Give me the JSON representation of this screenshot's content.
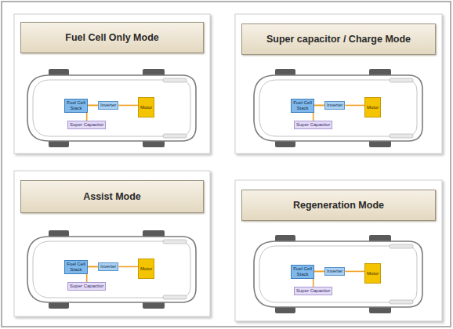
{
  "diagram": {
    "nodes": [
      {
        "text": [
          "Fuel Cell Only Mode"
        ]
      },
      {
        "text": [
          "Fuel Cell Stack"
        ],
        "in": 0
      },
      {
        "text": [
          "Inverter"
        ],
        "in": 0
      },
      {
        "text": [
          "Motor"
        ],
        "in": 0
      },
      {
        "text": [
          "Super Capacitor"
        ],
        "in": 0
      },
      {
        "text": [
          "Super capacitor / Charge Mode"
        ]
      },
      {
        "text": [
          "Fuel Cell Stack"
        ],
        "in": 5
      },
      {
        "text": [
          "Inverter"
        ],
        "in": 5
      },
      {
        "text": [
          "Motor"
        ],
        "in": 5
      },
      {
        "text": [
          "Super Capacitor"
        ],
        "in": 5
      },
      {
        "text": [
          "Assist Mode"
        ]
      },
      {
        "text": [
          "Fuel Cell Stack"
        ],
        "in": 10
      },
      {
        "text": [
          "Inverter"
        ],
        "in": 10
      },
      {
        "text": [
          "Motor"
        ],
        "in": 10
      },
      {
        "text": [
          "Super Capacitor"
        ],
        "in": 10
      },
      {
        "text": [
          "Regeneration Mode"
        ]
      },
      {
        "text": [
          "Fuel Cell Stack"
        ],
        "in": 15
      },
      {
        "text": [
          "Inverter"
        ],
        "in": 15
      },
      {
        "text": [
          "Motor"
        ],
        "in": 15
      },
      {
        "text": [
          "Super Capacitor"
        ],
        "in": 15
      }
    ],
    "edges": [
      {
        "from": 1,
        "to": 2,
        "arrow": "none"
      },
      {
        "from": 2,
        "to": 3,
        "arrow": "none"
      },
      {
        "from": 4,
        "to": 2,
        "arrow": "none"
      },
      {
        "from": 6,
        "to": 7,
        "arrow": "none"
      },
      {
        "from": 7,
        "to": 8,
        "arrow": "none"
      },
      {
        "from": 9,
        "to": 7,
        "arrow": "none"
      },
      {
        "from": 11,
        "to": 12,
        "arrow": "none"
      },
      {
        "from": 12,
        "to": 13,
        "arrow": "none"
      },
      {
        "from": 14,
        "to": 12,
        "arrow": "none"
      },
      {
        "from": 16,
        "to": 17,
        "arrow": "none"
      },
      {
        "from": 17,
        "to": 18,
        "arrow": "none"
      },
      {
        "from": 19,
        "to": 17,
        "arrow": "none"
      }
    ]
  }
}
